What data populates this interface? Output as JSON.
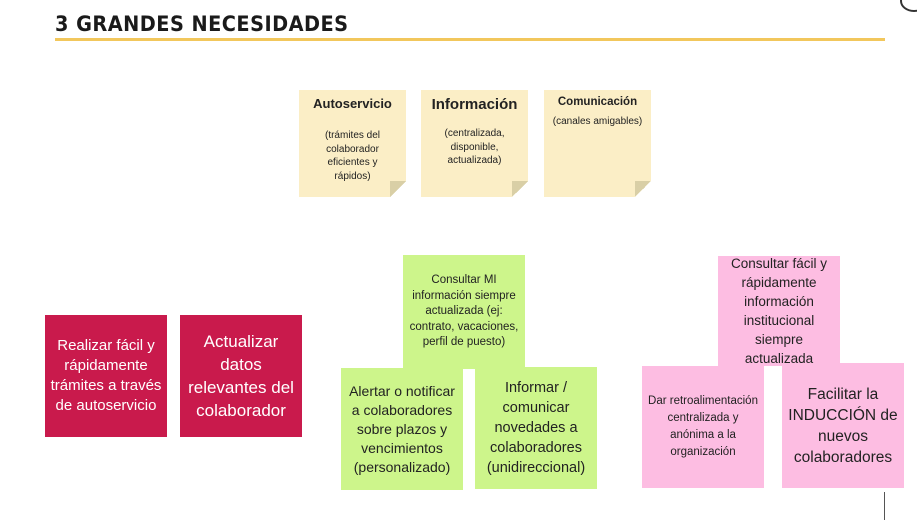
{
  "header": {
    "title": "3 GRANDES NECESIDADES"
  },
  "needs": [
    {
      "title": "Autoservicio",
      "subtitle": "(trámites del colaborador eficientes y rápidos)"
    },
    {
      "title": "Información",
      "subtitle": "(centralizada, disponible, actualizada)"
    },
    {
      "title": "Comunicación",
      "subtitle": "(canales amigables)"
    }
  ],
  "autoservicio_cards": [
    "Realizar fácil y rápidamente trámites a través de autoservicio",
    "Actualizar datos relevantes del colaborador"
  ],
  "informacion_cards": [
    "Consultar MI información siempre actualizada (ej: contrato, vacaciones, perfil de puesto)",
    "Alertar o notificar a colaboradores sobre plazos y vencimientos (personalizado)",
    "Informar / comunicar novedades a colaboradores (unidireccional)"
  ],
  "comunicacion_cards": [
    "Consultar fácil y rápidamente información institucional siempre actualizada",
    "Dar retroalimentación centralizada y anónima a la organización",
    "Facilitar la INDUCCIÓN de nuevos colaboradores"
  ],
  "colors": {
    "accent": "#f2c75c",
    "note": "#fbeec6",
    "red": "#c91a4c",
    "green": "#cdf58b",
    "pink": "#fdbde2"
  }
}
